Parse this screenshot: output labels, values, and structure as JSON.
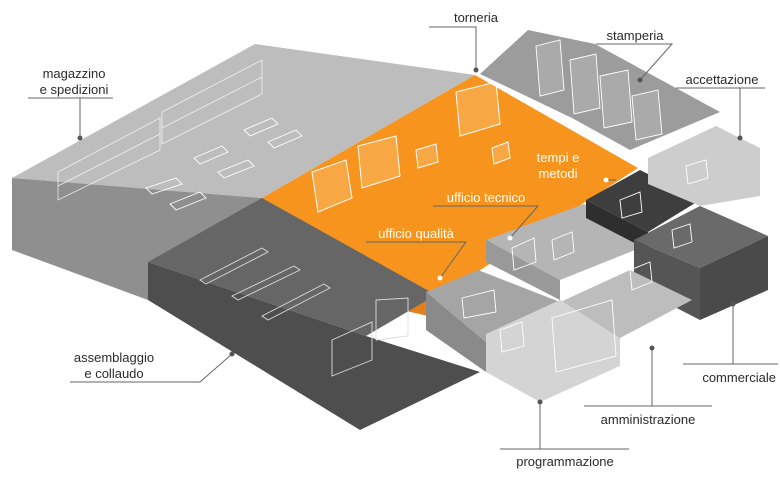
{
  "colors": {
    "orange": "#f7941d",
    "outer_label": "#2b2b2b",
    "inner_label": "#ffffff",
    "dark_zone": "#555555",
    "mid_zone": "#9a9a9a",
    "light_zone": "#c6c6c6"
  },
  "departments": {
    "torneria": "torneria",
    "stamperia": "stamperia",
    "accettazione": "accettazione",
    "magazzino": "magazzino\ne spedizioni",
    "tempi_metodi": "tempi e\nmetodi",
    "ufficio_tecnico": "ufficio tecnico",
    "ufficio_qualita": "ufficio qualità",
    "assemblaggio": "assemblaggio\ne collaudo",
    "commerciale": "commerciale",
    "amministrazione": "amministrazione",
    "programmazione": "programmazione"
  }
}
